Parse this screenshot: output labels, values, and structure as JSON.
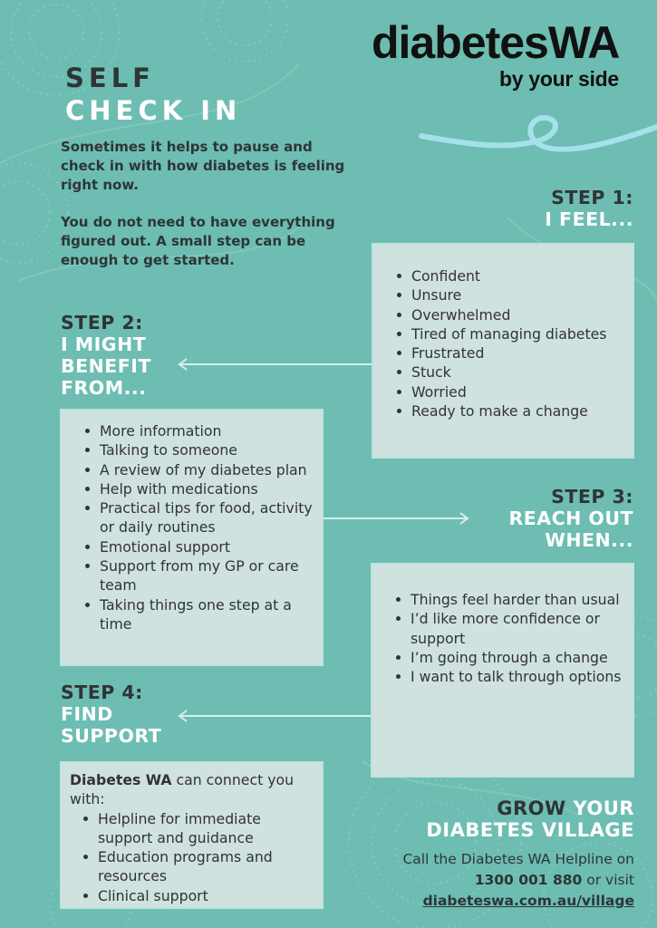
{
  "brand": {
    "name": "diabetesWA",
    "tagline": "by your side"
  },
  "title": {
    "line1": "SELF",
    "line2": "CHECK IN"
  },
  "intro": {
    "p1": "Sometimes it helps to pause and check in with how diabetes is feeling right now.",
    "p2": "You do not need to have everything figured out. A small step can be enough to get started."
  },
  "step1": {
    "label": "STEP 1:",
    "heading": "I FEEL...",
    "items": [
      "Confident",
      "Unsure",
      "Overwhelmed",
      "Tired of managing diabetes",
      "Frustrated",
      "Stuck",
      "Worried",
      "Ready to make a change"
    ]
  },
  "step2": {
    "label": "STEP 2:",
    "heading_line1": "I MIGHT",
    "heading_line2": "BENEFIT",
    "heading_line3": "FROM...",
    "items": [
      "More information",
      "Talking to someone",
      "A review of my diabetes plan",
      "Help with medications",
      "Practical tips for food, activity or daily routines",
      "Emotional support",
      "Support from my GP or care team",
      "Taking things one step at a time"
    ]
  },
  "step3": {
    "label": "STEP 3:",
    "heading_line1": "REACH OUT",
    "heading_line2": "WHEN...",
    "items": [
      "Things feel harder than usual",
      "I’d like more confidence or support",
      "I’m going through a change",
      "I want to talk through options"
    ]
  },
  "step4": {
    "label": "STEP 4:",
    "heading_line1": "FIND",
    "heading_line2": "SUPPORT",
    "lead_bold": "Diabetes WA",
    "lead_rest": " can connect you with:",
    "items": [
      "Helpline for immediate support and guidance",
      "Education programs and resources",
      "Clinical support"
    ]
  },
  "village": {
    "grow": "GROW",
    "your": " YOUR",
    "line2": "DIABETES VILLAGE",
    "call_text": "Call the Diabetes WA Helpline on",
    "phone": "1300 001 880",
    "or_visit": " or visit",
    "url": "diabeteswa.com.au/village"
  },
  "colors": {
    "background": "#6dbdb2",
    "box": "#cfe2df",
    "dark_text": "#2f3435",
    "accent_white": "#ffffff"
  }
}
